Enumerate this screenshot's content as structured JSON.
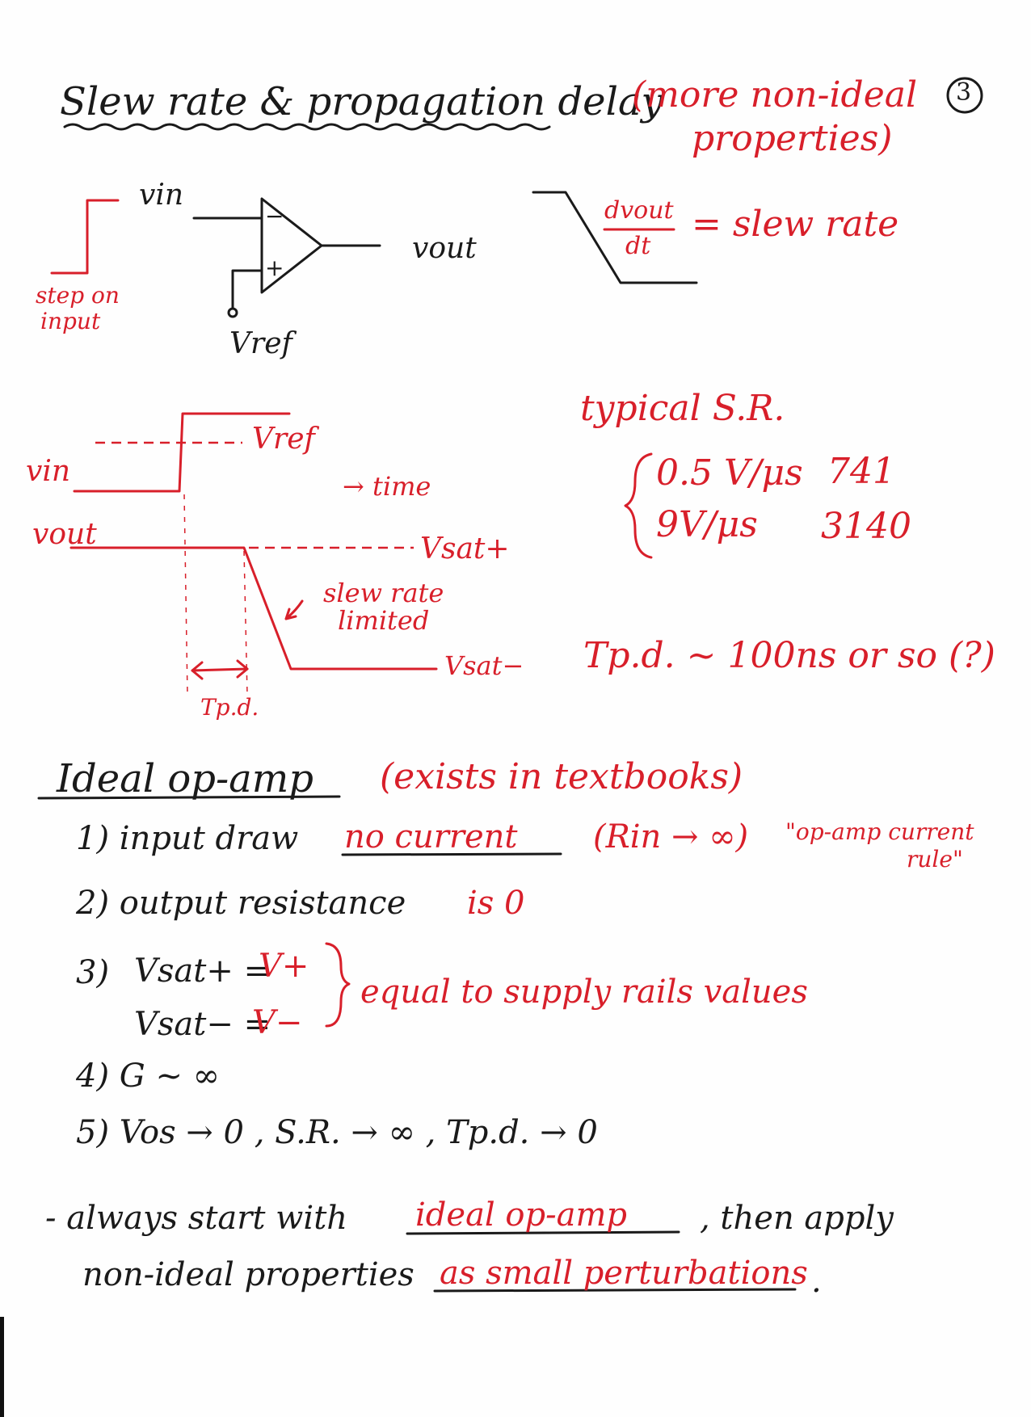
{
  "page_number": "3",
  "header": {
    "title": "Slew rate & propagation delay",
    "subtitle_line1": "(more non-ideal",
    "subtitle_line2": "properties)"
  },
  "circuit": {
    "vin_label": "vin",
    "vout_label": "vout",
    "minus_sign": "−",
    "plus_sign": "+",
    "vref_label": "Vref",
    "step_label_line1": "step on",
    "step_label_line2": "input",
    "slew_numerator": "dvout",
    "slew_denominator": "dt",
    "slew_equals": "= slew rate"
  },
  "waveform": {
    "vref_label": "Vref",
    "vin_label": "vin",
    "time_label": "→ time",
    "vout_label": "vout",
    "vsat_plus_label": "Vsat+",
    "slew_annotation_line1": "slew rate",
    "slew_annotation_line2": "limited",
    "vsat_minus_label": "Vsat−",
    "tpd_label": "Tp.d."
  },
  "typical": {
    "title": "typical S.R.",
    "rows": [
      {
        "value": "0.5 V/μs",
        "part": "741"
      },
      {
        "value": "9V/μs",
        "part": "3140"
      }
    ],
    "tpd_line": "Tp.d. ~ 100ns or so (?)"
  },
  "ideal": {
    "heading": "Ideal op-amp",
    "heading_note": "(exists in textbooks)",
    "item1_prefix": "1) input draw",
    "item1_highlight": "no current",
    "item1_rin": "(Rin → ∞)",
    "item1_rule_line1": "\"op-amp current",
    "item1_rule_line2": "rule\"",
    "item2_text": "2) output resistance",
    "item2_value": "is 0",
    "item3_num": "3)",
    "item3_line1_left": "Vsat+ =",
    "item3_line1_right": "V+",
    "item3_line2_left": "Vsat− =",
    "item3_line2_right": "V−",
    "item3_note": "equal to supply rails values",
    "item4_text": "4) G ~ ∞",
    "item5_text": "5) Vos → 0 , S.R. → ∞ , Tp.d. → 0"
  },
  "conclusion": {
    "line1_prefix": "- always start with",
    "line1_highlight": "ideal op-amp",
    "line1_suffix": ", then apply",
    "line2_prefix": "non-ideal properties",
    "line2_highlight": "as small perturbations",
    "line2_end": "."
  },
  "colors": {
    "ink_black": "#1a1a1a",
    "ink_red": "#d81f2a"
  }
}
